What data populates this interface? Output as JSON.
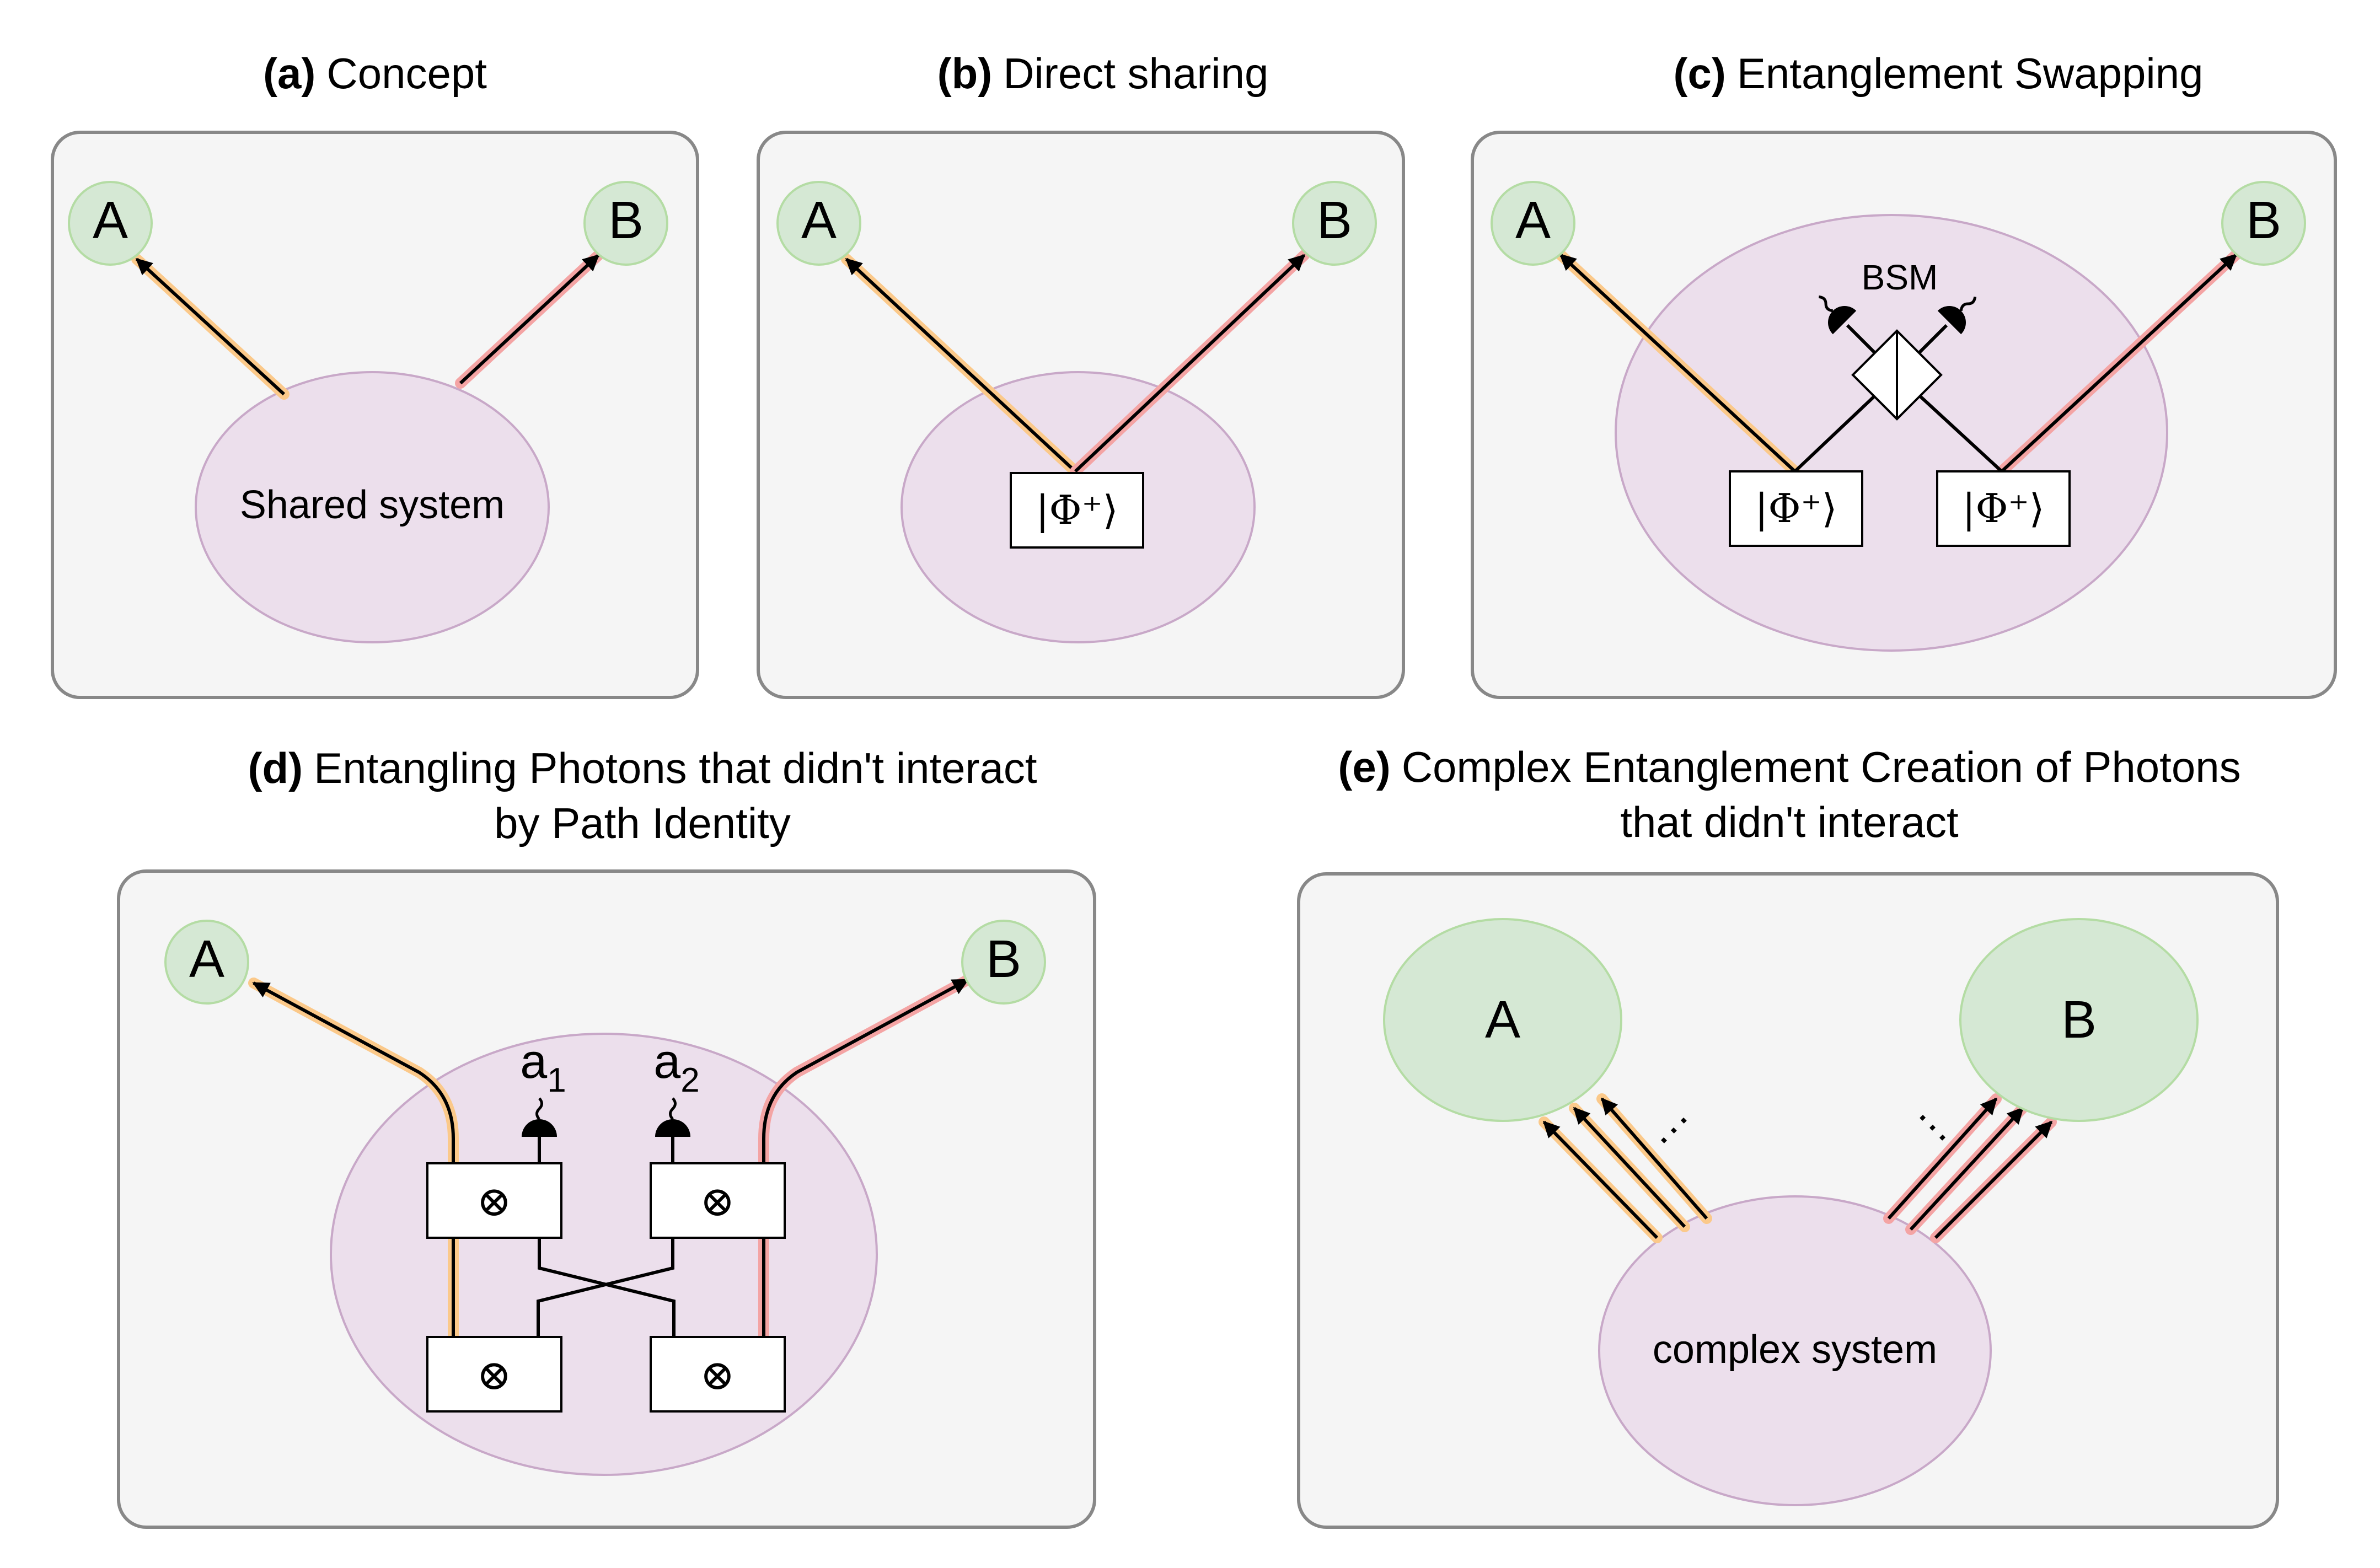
{
  "colors": {
    "panel_fill": "#f5f5f5",
    "panel_stroke": "#888888",
    "system_fill": "#ecdfec",
    "system_stroke": "#c8a8c8",
    "node_fill": "#d5e8d4",
    "node_stroke": "#b4dca4",
    "photon_a_glow": "#fbc98a",
    "photon_b_glow": "#f4a4a4",
    "line": "#000000"
  },
  "panels": {
    "a": {
      "letter": "(a)",
      "title": "Concept",
      "node_a": "A",
      "node_b": "B",
      "system_label": "Shared system"
    },
    "b": {
      "letter": "(b)",
      "title": "Direct sharing",
      "node_a": "A",
      "node_b": "B",
      "state": "|Φ⁺⟩"
    },
    "c": {
      "letter": "(c)",
      "title": "Entanglement Swapping",
      "node_a": "A",
      "node_b": "B",
      "bsm": "BSM",
      "state_left": "|Φ⁺⟩",
      "state_right": "|Φ⁺⟩"
    },
    "d": {
      "letter": "(d)",
      "title": "Entangling Photons that didn't interact",
      "title_line2": "by Path Identity",
      "node_a": "A",
      "node_b": "B",
      "det1": "a",
      "det1_sub": "1",
      "det2": "a",
      "det2_sub": "2",
      "crystal_symbol": "⊗"
    },
    "e": {
      "letter": "(e)",
      "title": "Complex Entanglement Creation of Photons",
      "title_line2": "that didn't interact",
      "node_a": "A",
      "node_b": "B",
      "system_label": "complex system",
      "ellipsis": "···"
    }
  }
}
